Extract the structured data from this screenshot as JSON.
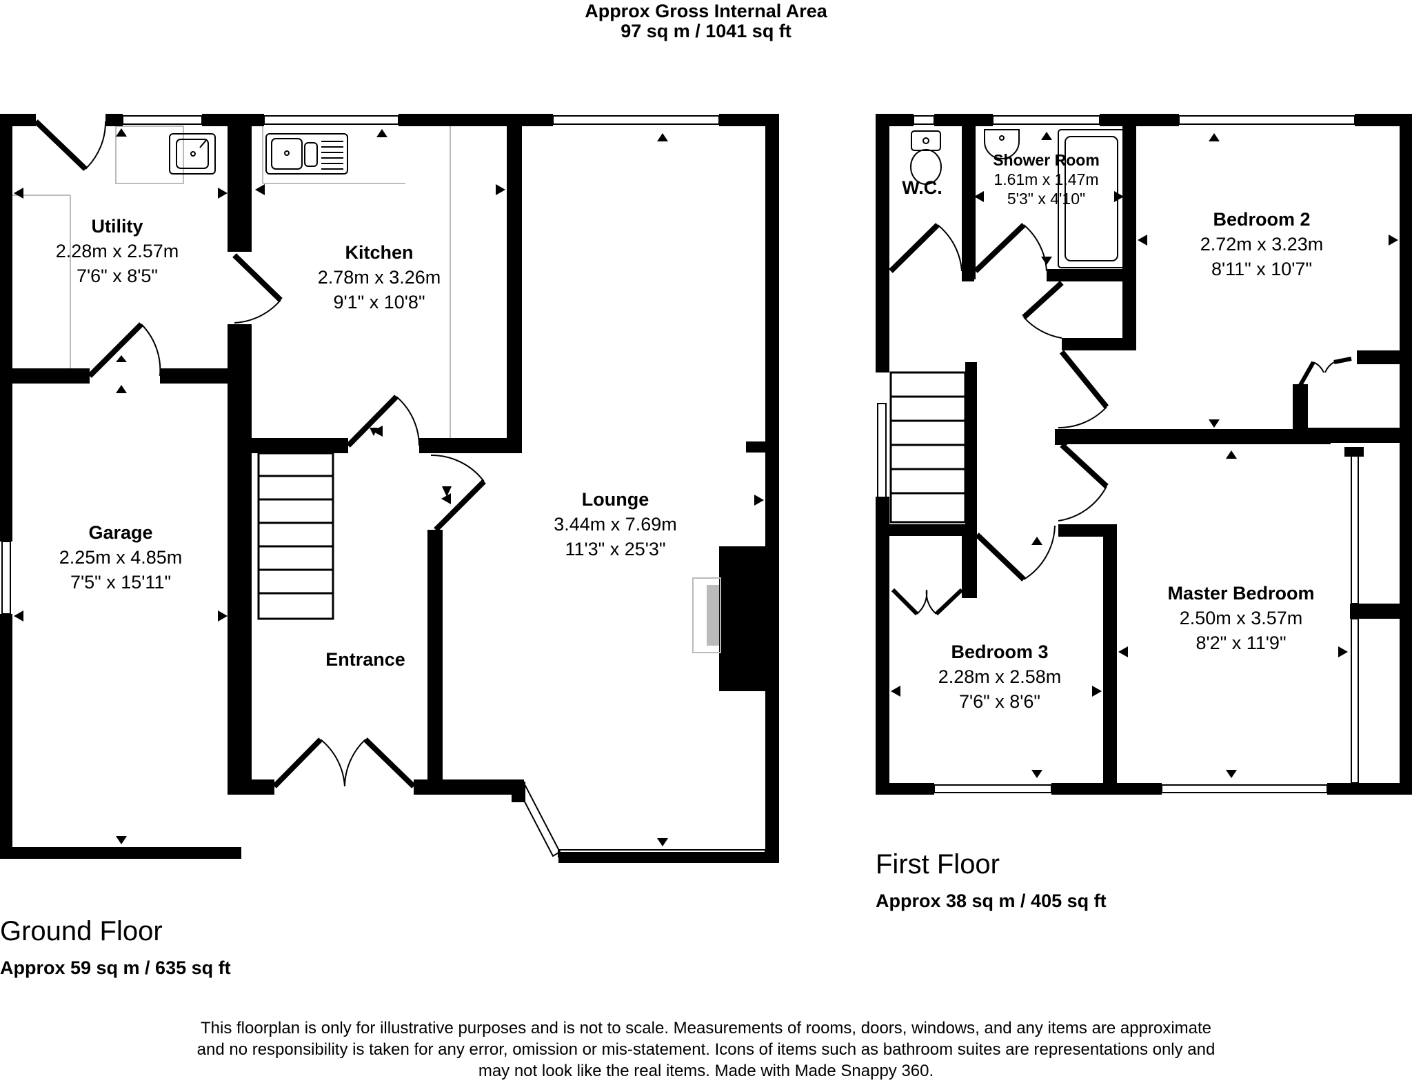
{
  "header": {
    "line1": "Approx Gross Internal Area",
    "line2": "97 sq m / 1041 sq ft"
  },
  "ground_floor": {
    "name": "Ground Floor",
    "area": "Approx 59 sq m / 635 sq ft",
    "rooms": {
      "utility": {
        "name": "Utility",
        "metric": "2.28m x 2.57m",
        "imperial": "7'6\" x 8'5\""
      },
      "kitchen": {
        "name": "Kitchen",
        "metric": "2.78m x 3.26m",
        "imperial": "9'1\" x 10'8\""
      },
      "garage": {
        "name": "Garage",
        "metric": "2.25m x 4.85m",
        "imperial": "7'5\" x 15'11\""
      },
      "lounge": {
        "name": "Lounge",
        "metric": "3.44m x 7.69m",
        "imperial": "11'3\" x 25'3\""
      },
      "entrance": {
        "name": "Entrance"
      }
    }
  },
  "first_floor": {
    "name": "First Floor",
    "area": "Approx 38 sq m / 405 sq ft",
    "rooms": {
      "wc": {
        "name": "W.C."
      },
      "shower": {
        "name": "Shower Room",
        "metric": "1.61m x 1.47m",
        "imperial": "5'3\" x 4'10\""
      },
      "bedroom2": {
        "name": "Bedroom 2",
        "metric": "2.72m x 3.23m",
        "imperial": "8'11\" x 10'7\""
      },
      "master": {
        "name": "Master Bedroom",
        "metric": "2.50m x 3.57m",
        "imperial": "8'2\" x 11'9\""
      },
      "bedroom3": {
        "name": "Bedroom 3",
        "metric": "2.28m x 2.58m",
        "imperial": "7'6\" x 8'6\""
      }
    }
  },
  "disclaimer": {
    "line1": "This floorplan is only for illustrative purposes and is not to scale. Measurements of rooms, doors, windows, and any items are approximate",
    "line2": "and no responsibility is taken for any error, omission or mis-statement. Icons of items such as bathroom suites are representations only and",
    "line3": "may not look like the real items. Made with Made Snappy 360."
  },
  "colors": {
    "wall": "#000000",
    "fixture": "#bbbbbb",
    "background": "#ffffff"
  }
}
